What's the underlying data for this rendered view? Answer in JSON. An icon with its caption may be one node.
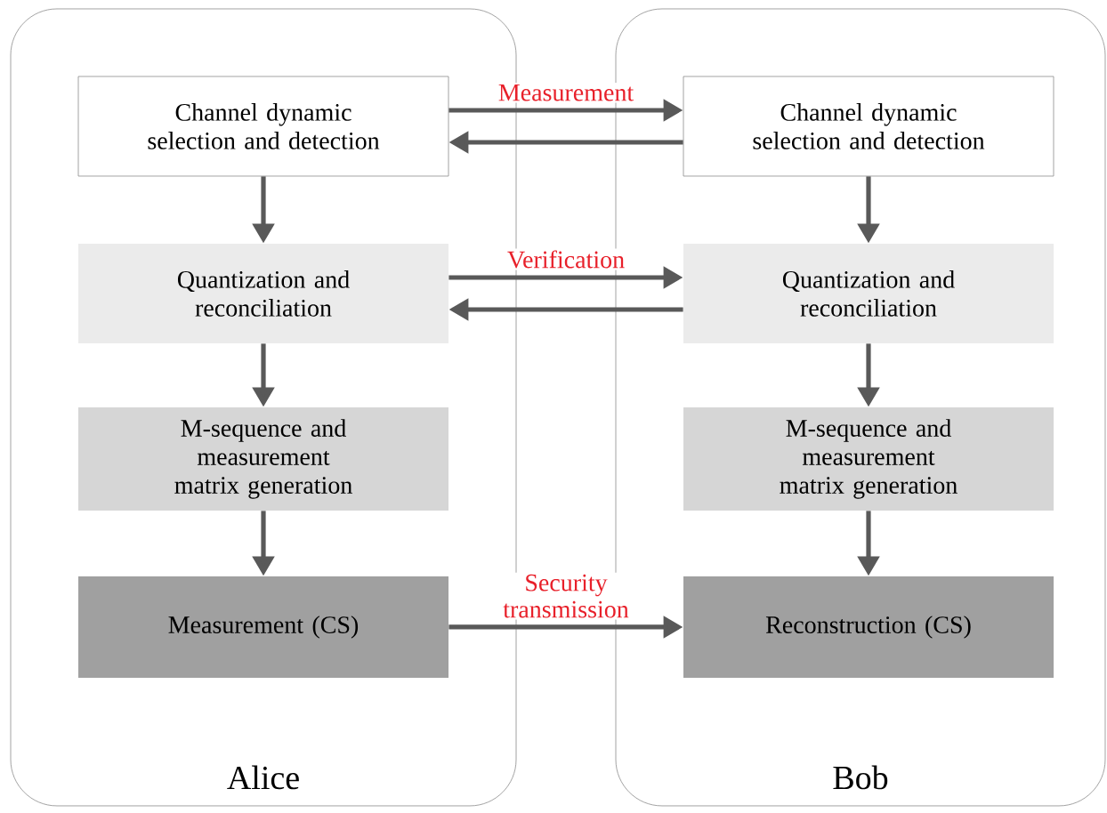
{
  "diagram": {
    "nodes": [
      {
        "text": [
          "Alice"
        ]
      },
      {
        "text": [
          "Channel dynamic selection and detection"
        ],
        "in": 0
      },
      {
        "text": [
          "Quantization and reconciliation"
        ],
        "in": 0
      },
      {
        "text": [
          "M-sequence and measurement matrix generation"
        ],
        "in": 0
      },
      {
        "text": [
          "Measurement (CS)"
        ],
        "in": 0
      },
      {
        "text": [
          "Bob"
        ]
      },
      {
        "text": [
          "Channel dynamic selection and detection"
        ],
        "in": 5
      },
      {
        "text": [
          "Quantization and reconciliation"
        ],
        "in": 5
      },
      {
        "text": [
          "M-sequence and measurement matrix generation"
        ],
        "in": 5
      },
      {
        "text": [
          "Reconstruction (CS)"
        ],
        "in": 5
      }
    ],
    "edges": [
      {
        "from": 1,
        "to": 2,
        "arrow": "to"
      },
      {
        "from": 2,
        "to": 3,
        "arrow": "to"
      },
      {
        "from": 3,
        "to": 4,
        "arrow": "to"
      },
      {
        "from": 6,
        "to": 7,
        "arrow": "to"
      },
      {
        "from": 7,
        "to": 8,
        "arrow": "to"
      },
      {
        "from": 8,
        "to": 9,
        "arrow": "to"
      },
      {
        "from": 1,
        "to": 6,
        "arrow": "to",
        "label": "Measurement"
      },
      {
        "from": 6,
        "to": 1,
        "arrow": "to"
      },
      {
        "from": 2,
        "to": 7,
        "arrow": "to",
        "label": "Verification"
      },
      {
        "from": 7,
        "to": 2,
        "arrow": "to"
      },
      {
        "from": 4,
        "to": 9,
        "arrow": "to",
        "label": "Security transmission"
      }
    ]
  }
}
